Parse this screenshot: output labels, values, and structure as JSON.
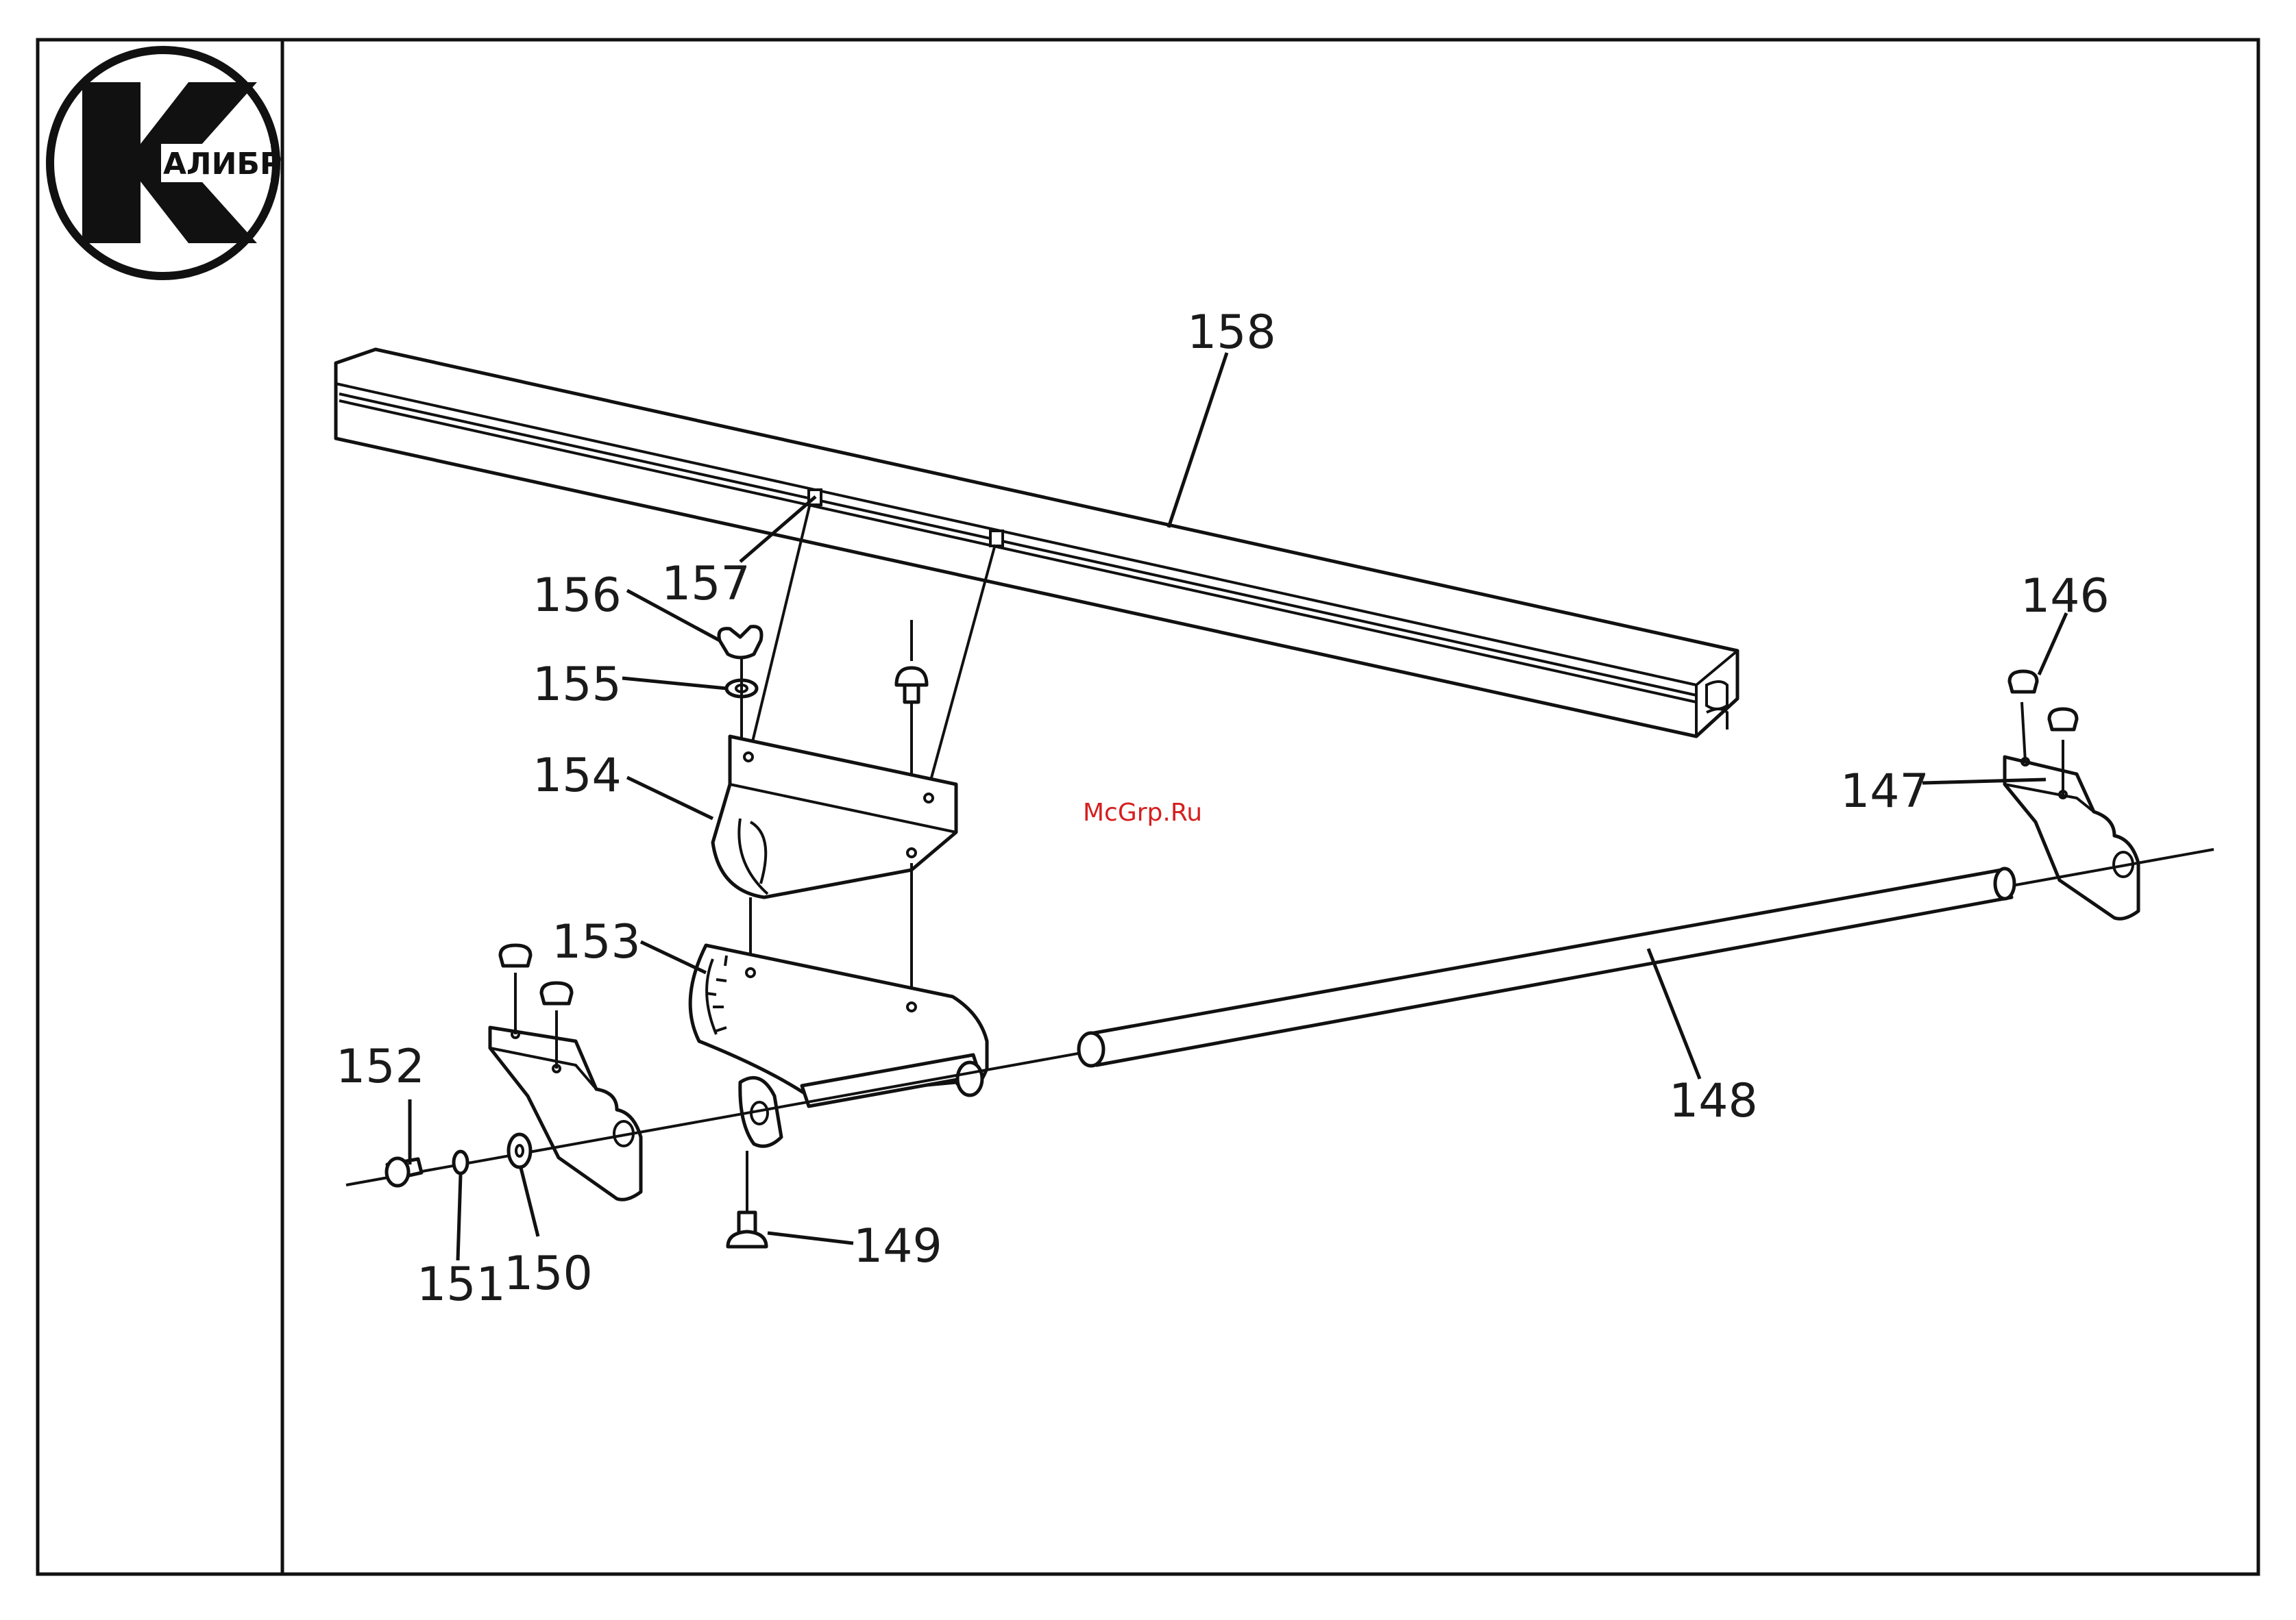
{
  "logo": {
    "text": "АЛИБР"
  },
  "watermark": "McGrp.Ru",
  "callouts": [
    {
      "id": "158",
      "text": "158"
    },
    {
      "id": "157",
      "text": "157"
    },
    {
      "id": "156",
      "text": "156"
    },
    {
      "id": "155",
      "text": "155"
    },
    {
      "id": "154",
      "text": "154"
    },
    {
      "id": "153",
      "text": "153"
    },
    {
      "id": "152",
      "text": "152"
    },
    {
      "id": "151",
      "text": "151"
    },
    {
      "id": "150",
      "text": "150"
    },
    {
      "id": "149",
      "text": "149"
    },
    {
      "id": "148",
      "text": "148"
    },
    {
      "id": "147",
      "text": "147"
    },
    {
      "id": "146",
      "text": "146"
    }
  ],
  "colors": {
    "line": "#111111",
    "watermark": "#d61f1f",
    "background": "#ffffff"
  }
}
